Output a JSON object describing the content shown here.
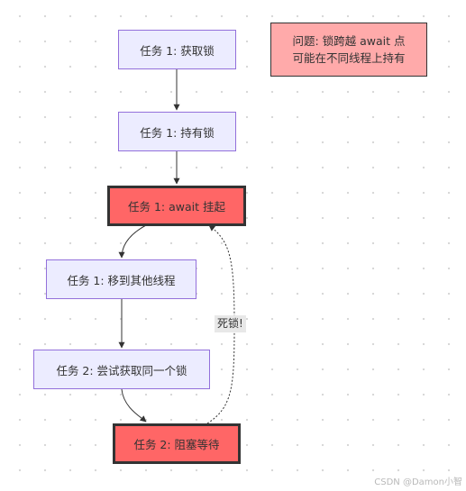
{
  "diagram": {
    "nodes": {
      "n1": "任务 1: 获取锁",
      "n2": "任务 1: 持有锁",
      "n3": "任务 1: await 挂起",
      "n4": "任务 1: 移到其他线程",
      "n5": "任务 2: 尝试获取同一个锁",
      "n6": "任务 2: 阻塞等待"
    },
    "note": {
      "line1": "问题: 锁跨越 await 点",
      "line2": "可能在不同线程上持有"
    },
    "edge_label": "死锁!",
    "colors": {
      "normal_fill": "#ececff",
      "normal_border": "#9370db",
      "critical_fill": "#ff6666",
      "note_fill": "#ffaaaa",
      "edge": "#333333"
    }
  },
  "watermark": "CSDN @Damon小智"
}
